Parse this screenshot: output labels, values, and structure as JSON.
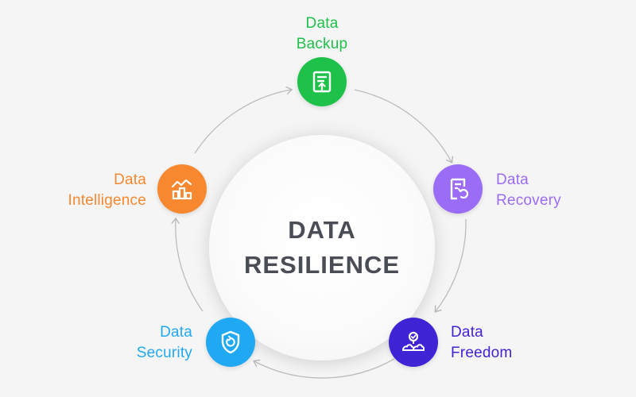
{
  "center": {
    "line1": "DATA",
    "line2": "RESILIENCE"
  },
  "nodes": [
    {
      "id": "backup",
      "line1": "Data",
      "line2": "Backup",
      "color": "#1ec24a",
      "icon": "document-upload-icon"
    },
    {
      "id": "recovery",
      "line1": "Data",
      "line2": "Recovery",
      "color": "#9b6cf5",
      "icon": "document-restore-icon"
    },
    {
      "id": "freedom",
      "line1": "Data",
      "line2": "Freedom",
      "color": "#3f24d6",
      "icon": "cloud-network-icon"
    },
    {
      "id": "security",
      "line1": "Data",
      "line2": "Security",
      "color": "#20a9f2",
      "icon": "shield-refresh-icon"
    },
    {
      "id": "intelligence",
      "line1": "Data",
      "line2": "Intelligence",
      "color": "#f7882f",
      "icon": "analytics-chart-icon"
    }
  ],
  "ring_color": "#bcbcbc"
}
